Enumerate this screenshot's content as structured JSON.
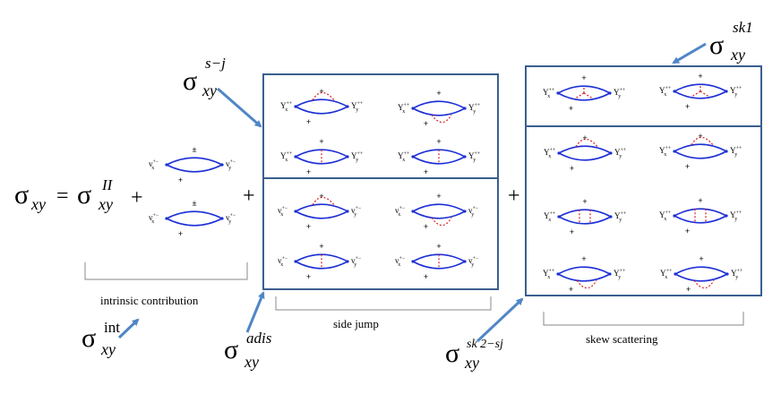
{
  "equation": {
    "sigma": "σ",
    "lhs_sub": "xy",
    "equals": "=",
    "term1_sup": "II",
    "term1_sub": "xy",
    "plus": "+"
  },
  "labels": {
    "intrinsic": "intrinsic contribution",
    "side_jump": "side jump",
    "skew": "skew scattering"
  },
  "callouts": {
    "int_sup": "int",
    "sj_sup": "s−j",
    "adis_sup": "adis",
    "sk1_sup": "sk1",
    "sk2_sup": "sk 2−sj",
    "sub": "xy"
  },
  "vertex_labels": {
    "vx": "v",
    "vy": "v",
    "Yx": "Υ",
    "Yy": "Υ",
    "vsup": "+−",
    "Ysup": "++",
    "xsub": "x",
    "ysub": "y"
  },
  "colors": {
    "frame": "#3a5f8f",
    "bubble": "#1d2fd6",
    "dashed": "#d62020",
    "arrow": "#4f86c6",
    "bracket": "#888888"
  }
}
